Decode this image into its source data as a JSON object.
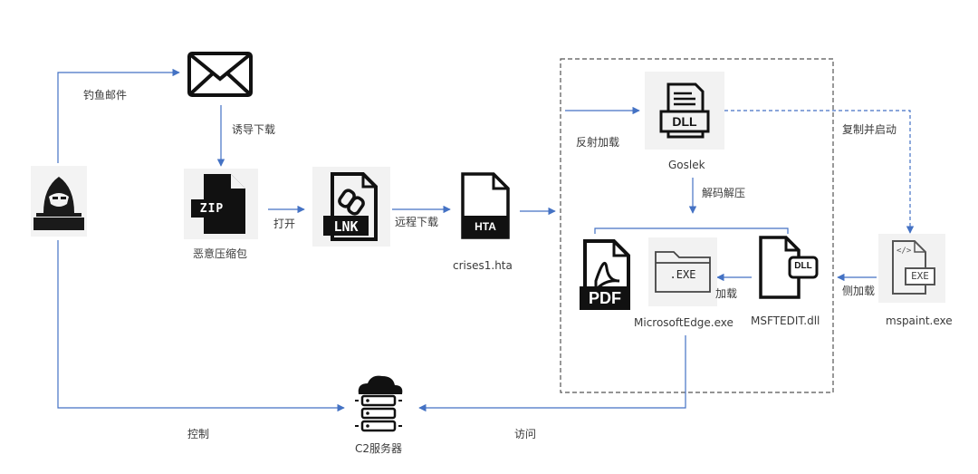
{
  "edges": {
    "phishing_email": "钓鱼邮件",
    "induce_download": "诱导下载",
    "open": "打开",
    "remote_download": "远程下载",
    "reflective_load": "反射加载",
    "decode_decompress": "解码解压",
    "copy_and_launch": "复制并启动",
    "side_load": "侧加载",
    "load": "加载",
    "control": "控制",
    "access": "访问"
  },
  "nodes": {
    "zip": {
      "caption": "恶意压缩包",
      "badge": "ZIP"
    },
    "lnk": {
      "badge": "LNK"
    },
    "hta": {
      "caption": "crises1.hta",
      "badge": "HTA"
    },
    "dll": {
      "caption": "Goslek",
      "badge": "DLL"
    },
    "pdf": {
      "badge": "PDF"
    },
    "exe": {
      "caption": "MicrosoftEdge.exe",
      "badge": ".EXE"
    },
    "msftedit": {
      "caption": "MSFTEDIT.dll",
      "badge": "DLL"
    },
    "mspaint": {
      "caption": "mspaint.exe",
      "badge": "EXE",
      "code": "</>"
    },
    "c2": {
      "caption": "C2服务器"
    }
  },
  "colors": {
    "arrow": "#4472c4",
    "dash_box": "#555555",
    "icon": "#1a1a1a",
    "card_bg": "#f2f2f2"
  }
}
